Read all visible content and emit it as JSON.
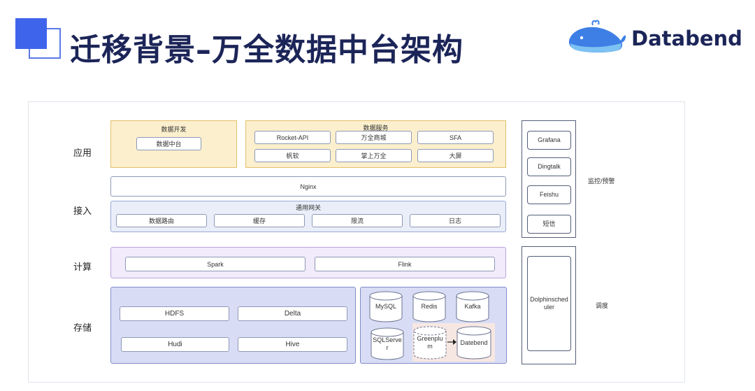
{
  "slide": {
    "title": "迁移背景–万全数据中台架构",
    "brand": "Databend",
    "accent": "#3f64ec",
    "title_color": "#1c2558"
  },
  "diagram": {
    "rows": {
      "app": "应用",
      "access": "接入",
      "compute": "计算",
      "storage": "存储"
    },
    "app": {
      "dev_title": "数据开发",
      "dev_item": "数据中台",
      "svc_title": "数据服务",
      "svc_items": [
        "Rocket-API",
        "万全商城",
        "SFA",
        "帆软",
        "掌上万全",
        "大屏"
      ]
    },
    "access": {
      "nginx": "Nginx",
      "gateway_title": "通用网关",
      "gateway_items": [
        "数据路由",
        "缓存",
        "限流",
        "日志"
      ]
    },
    "compute": {
      "items": [
        "Spark",
        "Flink"
      ]
    },
    "storage": {
      "lake": [
        "HDFS",
        "Delta",
        "Hudi",
        "Hive"
      ],
      "dbs": [
        "MySQL",
        "Redis",
        "Kafka",
        "SQLServe\nr",
        "Greenplu\nm",
        "Datebend"
      ]
    },
    "monitor": {
      "items": [
        "Grafana",
        "Dingtalk",
        "Feishu",
        "短信"
      ],
      "label": "监控/预警"
    },
    "schedule": {
      "item": "Dolphinscheduler",
      "item_display": "Dolphinsched\nuler",
      "label": "调度"
    }
  }
}
